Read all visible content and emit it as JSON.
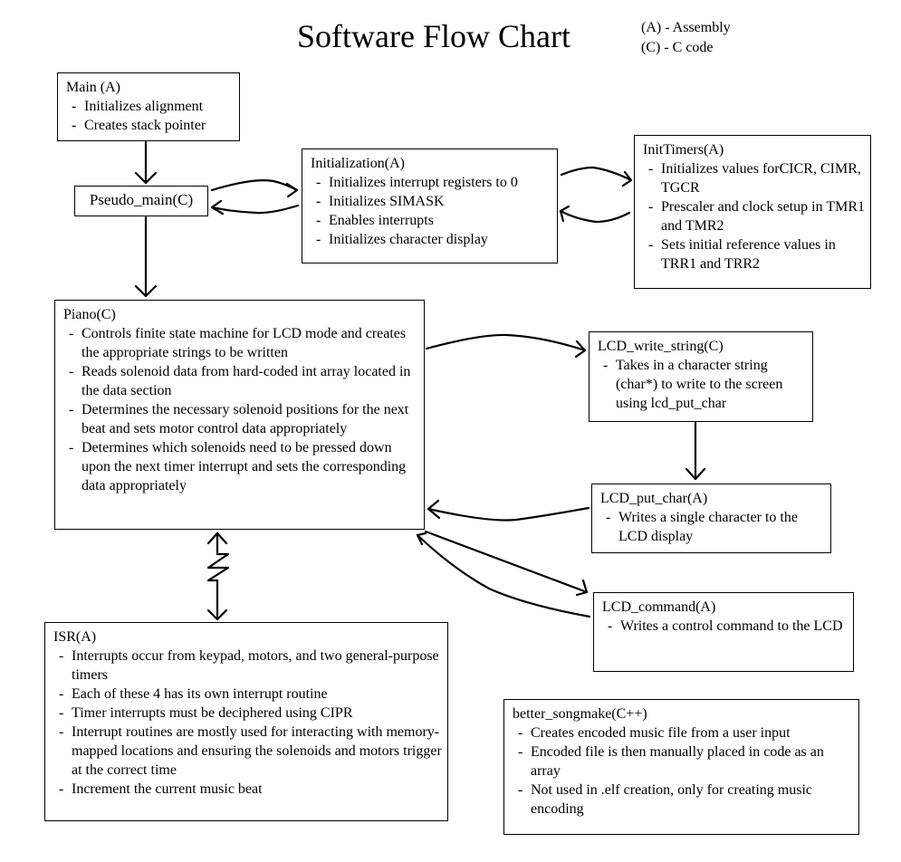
{
  "title": "Software Flow Chart",
  "legend": [
    {
      "key": "(A)",
      "label": "(A) - Assembly"
    },
    {
      "key": "(C)",
      "label": "(C) - C code"
    }
  ],
  "nodes": {
    "main": {
      "title": "Main (A)",
      "items": [
        "Initializes alignment",
        "Creates stack pointer"
      ]
    },
    "pseudo_main": {
      "title": "Pseudo_main(C)",
      "items": []
    },
    "initialization": {
      "title": "Initialization(A)",
      "items": [
        "Initializes interrupt registers to 0",
        "Initializes SIMASK",
        "Enables interrupts",
        "Initializes character display"
      ]
    },
    "init_timers": {
      "title": "InitTimers(A)",
      "items": [
        "Initializes values forCICR, CIMR, TGCR",
        "Prescaler and clock setup in TMR1 and TMR2",
        "Sets initial reference values in TRR1 and TRR2"
      ]
    },
    "piano": {
      "title": "Piano(C)",
      "items": [
        "Controls finite state machine for LCD mode and creates the appropriate strings to be written",
        "Reads solenoid data from hard-coded int array located in the data section",
        "Determines the necessary solenoid positions for the next beat and sets motor control data appropriately",
        "Determines which solenoids need to be pressed down upon the next timer interrupt and sets the corresponding data appropriately"
      ]
    },
    "lcd_write_string": {
      "title": "LCD_write_string(C)",
      "items": [
        "Takes in a character string (char*) to write to the screen using lcd_put_char"
      ]
    },
    "lcd_put_char": {
      "title": "LCD_put_char(A)",
      "items": [
        "Writes a single character to the LCD display"
      ]
    },
    "lcd_command": {
      "title": "LCD_command(A)",
      "items": [
        "Writes a control command to the LCD"
      ]
    },
    "isr": {
      "title": "ISR(A)",
      "items": [
        "Interrupts occur from keypad, motors, and two general-purpose timers",
        "Each of these 4 has its own interrupt routine",
        "Timer interrupts must be deciphered using CIPR",
        "Interrupt routines are mostly used for interacting with memory-mapped locations and ensuring the solenoids and motors trigger at the correct time",
        "Increment the current music beat"
      ]
    },
    "better_songmake": {
      "title": "better_songmake(C++)",
      "items": [
        "Creates encoded music file from a user input",
        "Encoded file is then manually placed in code as an array",
        "Not used in .elf creation, only for creating music encoding"
      ]
    }
  },
  "edges": [
    {
      "from": "main",
      "to": "pseudo_main",
      "style": "straight"
    },
    {
      "from": "pseudo_main",
      "to": "initialization",
      "style": "curved"
    },
    {
      "from": "initialization",
      "to": "pseudo_main",
      "style": "curved"
    },
    {
      "from": "initialization",
      "to": "init_timers",
      "style": "curved"
    },
    {
      "from": "init_timers",
      "to": "initialization",
      "style": "curved"
    },
    {
      "from": "pseudo_main",
      "to": "piano",
      "style": "straight"
    },
    {
      "from": "piano",
      "to": "lcd_write_string",
      "style": "curved"
    },
    {
      "from": "lcd_write_string",
      "to": "lcd_put_char",
      "style": "straight"
    },
    {
      "from": "lcd_put_char",
      "to": "piano",
      "style": "curved"
    },
    {
      "from": "piano",
      "to": "lcd_command",
      "style": "straight"
    },
    {
      "from": "lcd_command",
      "to": "piano",
      "style": "curved"
    },
    {
      "from": "piano",
      "to": "isr",
      "style": "interrupt-bidirectional"
    }
  ]
}
